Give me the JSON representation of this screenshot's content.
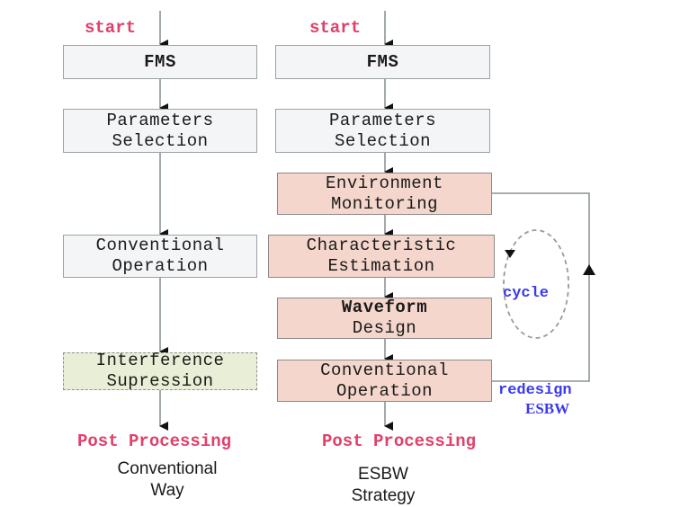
{
  "left_flow": {
    "start_label": "start",
    "boxes": [
      {
        "lines": [
          "FMS"
        ]
      },
      {
        "lines": [
          "Parameters",
          "Selection"
        ]
      },
      {
        "lines": [
          "Conventional",
          "Operation"
        ]
      },
      {
        "lines": [
          "Interference",
          "Supression"
        ]
      }
    ],
    "end_label": "Post Processing",
    "caption": [
      "Conventional",
      "Way"
    ]
  },
  "right_flow": {
    "start_label": "start",
    "boxes": [
      {
        "lines": [
          "FMS"
        ]
      },
      {
        "lines": [
          "Parameters",
          "Selection"
        ]
      },
      {
        "lines": [
          "Environment",
          "Monitoring"
        ]
      },
      {
        "lines": [
          "Characteristic",
          "Estimation"
        ]
      },
      {
        "lines": [
          "Waveform",
          "Design"
        ]
      },
      {
        "lines": [
          "Conventional",
          "Operation"
        ]
      }
    ],
    "end_label": "Post Processing",
    "caption": [
      "ESBW",
      "Strategy"
    ]
  },
  "annotations": {
    "cycle_label": "cycle",
    "redesign_label": [
      "redesign",
      "ESBW"
    ]
  },
  "colors": {
    "highlight_red": "#e0406a",
    "annotation_blue": "#3a3af0",
    "esbw_box_fill": "#f4d6cc",
    "suppression_box_fill": "#e9efd6",
    "plain_box_fill": "#f4f5f6"
  }
}
